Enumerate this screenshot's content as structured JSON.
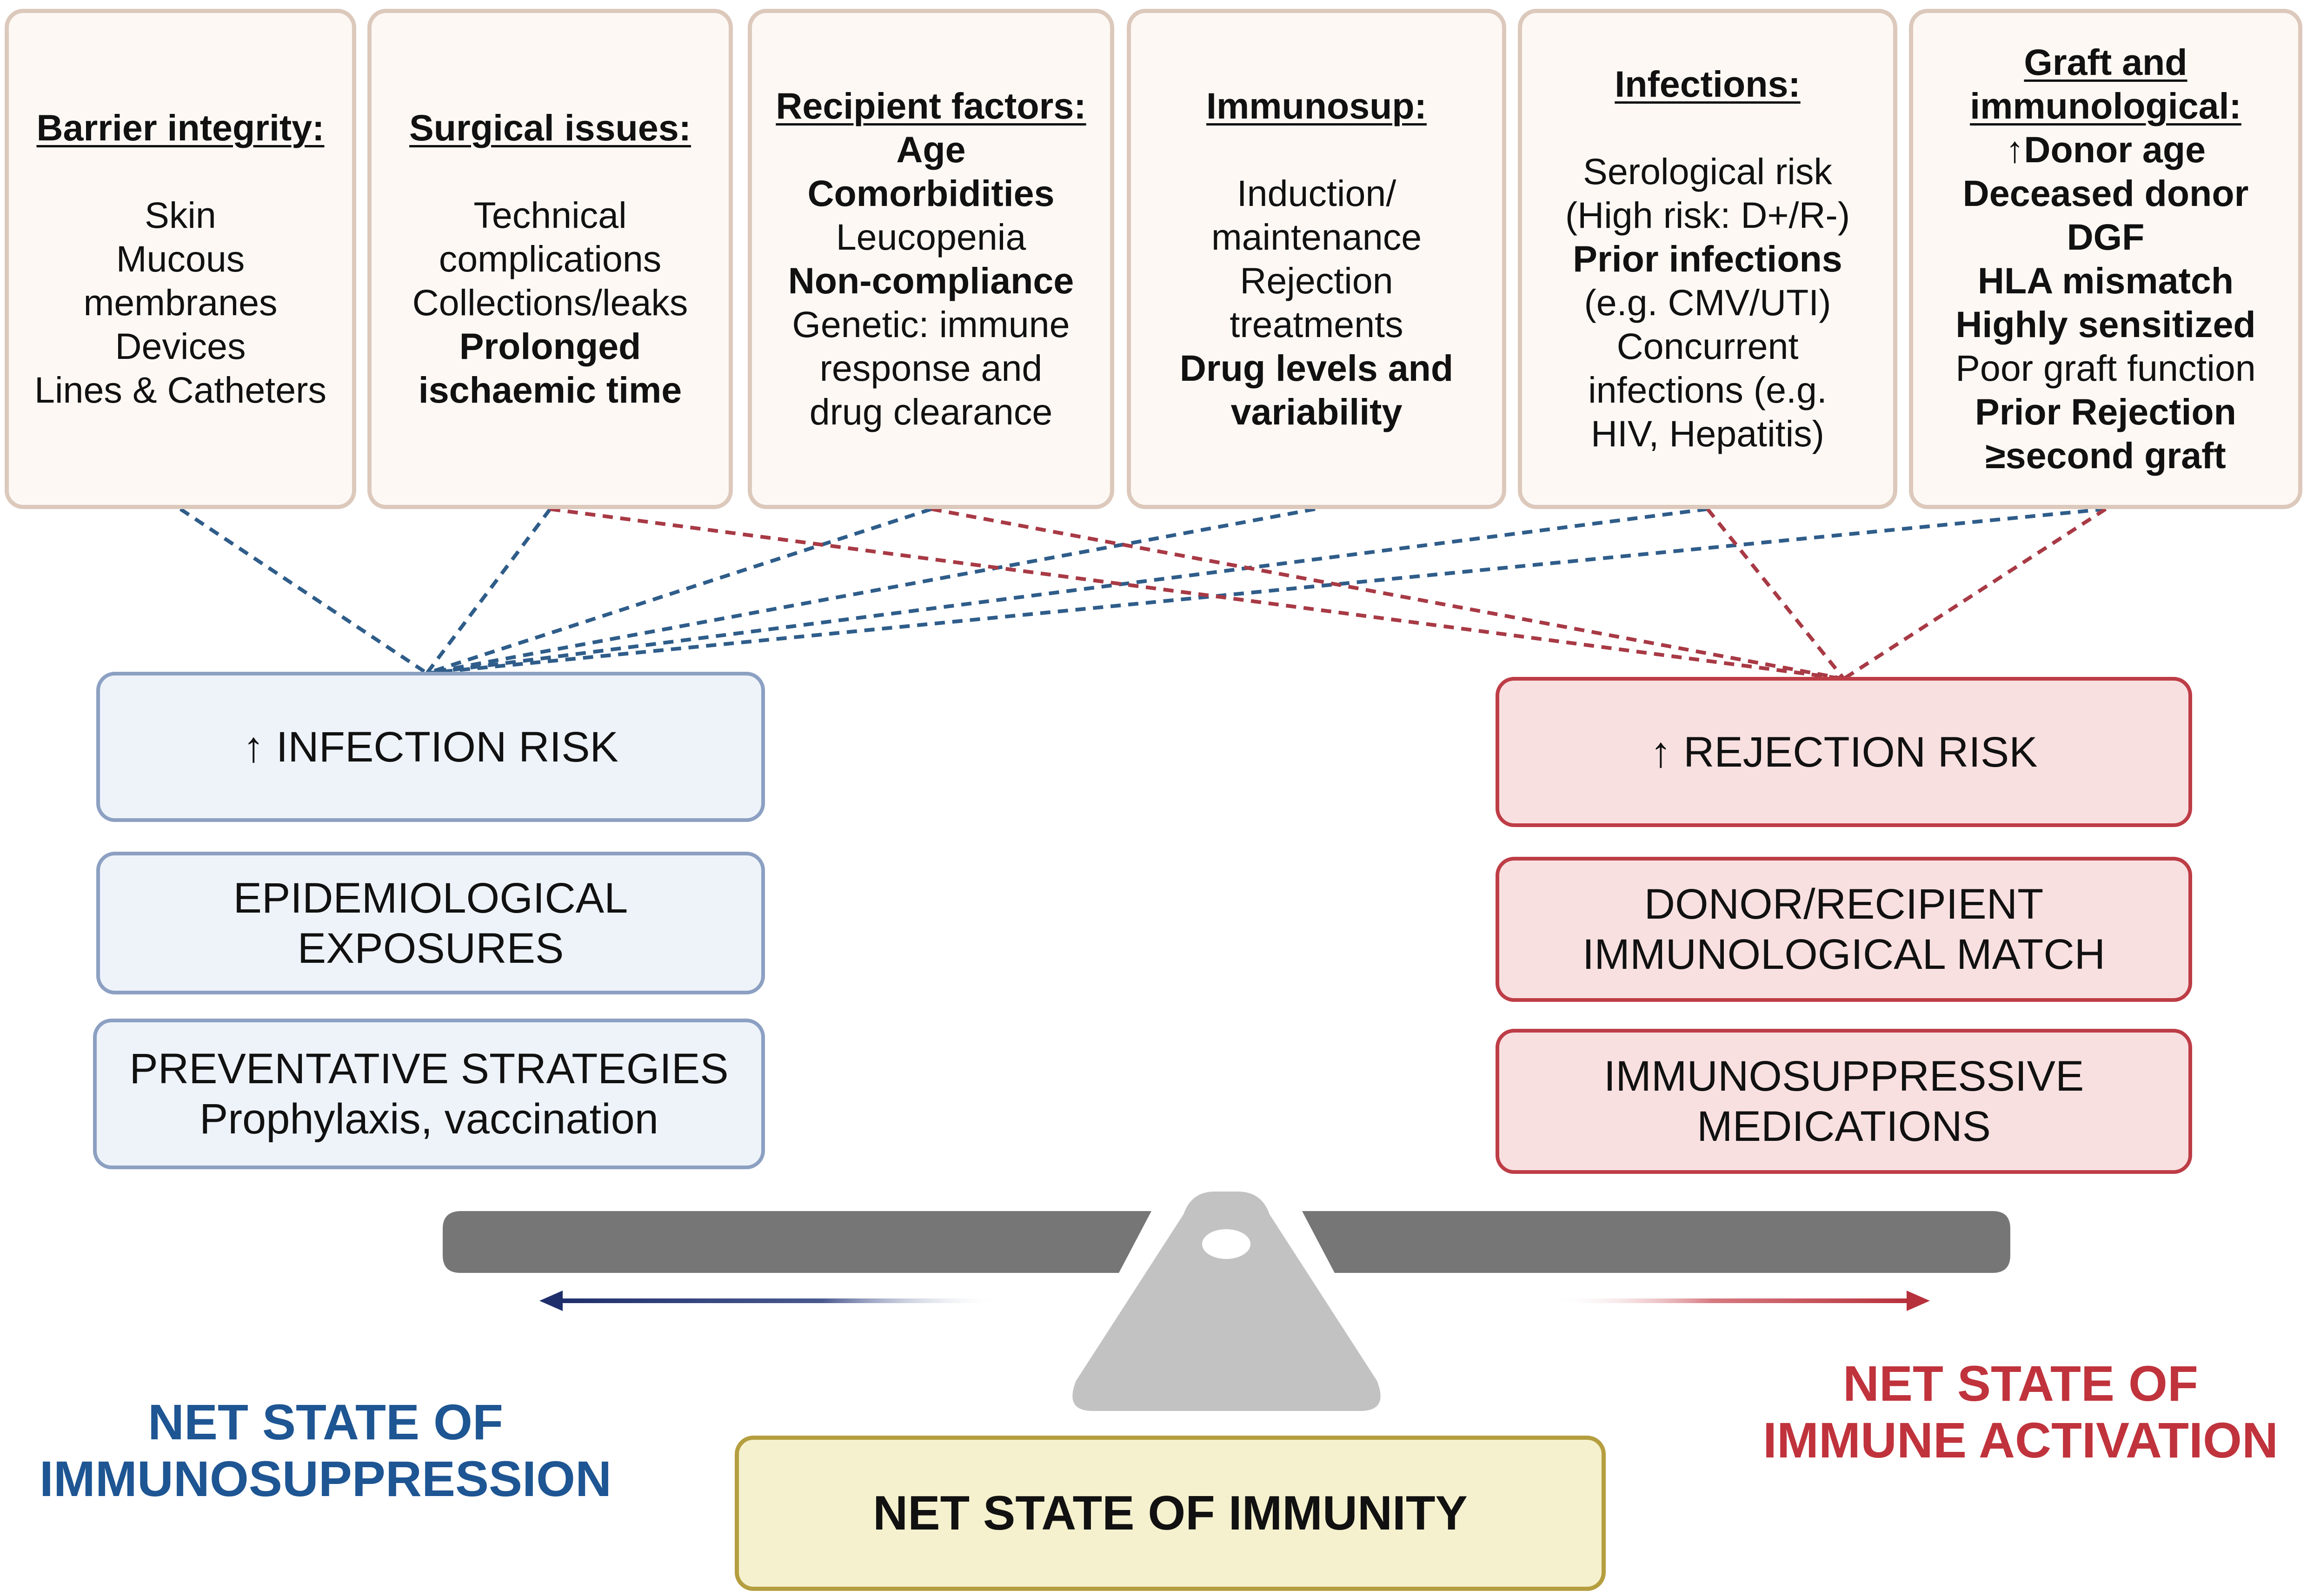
{
  "factor_boxes": [
    {
      "title": "Barrier integrity:",
      "lines": [
        {
          "t": "Skin",
          "b": false
        },
        {
          "t": "Mucous",
          "b": false
        },
        {
          "t": "membranes",
          "b": false
        },
        {
          "t": "Devices",
          "b": false
        },
        {
          "t": "Lines & Catheters",
          "b": false
        }
      ]
    },
    {
      "title": "Surgical issues:",
      "lines": [
        {
          "t": "Technical",
          "b": false
        },
        {
          "t": "complications",
          "b": false
        },
        {
          "t": "Collections/leaks",
          "b": false
        },
        {
          "t": "Prolonged",
          "b": true
        },
        {
          "t": "ischaemic time",
          "b": true
        }
      ]
    },
    {
      "title": "Recipient factors:",
      "lines": [
        {
          "t": "Age",
          "b": true
        },
        {
          "t": "Comorbidities",
          "b": true
        },
        {
          "t": "Leucopenia",
          "b": false
        },
        {
          "t": "Non-compliance",
          "b": true
        },
        {
          "t": "Genetic: immune",
          "b": false
        },
        {
          "t": "response and",
          "b": false
        },
        {
          "t": "drug clearance",
          "b": false
        }
      ]
    },
    {
      "title": "Immunosup:",
      "lines": [
        {
          "t": "Induction/",
          "b": false
        },
        {
          "t": "maintenance",
          "b": false
        },
        {
          "t": "Rejection",
          "b": false
        },
        {
          "t": "treatments",
          "b": false
        },
        {
          "t": "Drug levels and",
          "b": true
        },
        {
          "t": "variability",
          "b": true
        }
      ]
    },
    {
      "title": "Infections:",
      "lines": [
        {
          "t": "Serological risk",
          "b": false
        },
        {
          "t": "(High risk: D+/R-)",
          "b": false
        },
        {
          "t": "Prior infections",
          "b": true
        },
        {
          "t": "(e.g. CMV/UTI)",
          "b": false
        },
        {
          "t": "Concurrent",
          "b": false
        },
        {
          "t": "infections (e.g.",
          "b": false
        },
        {
          "t": "HIV, Hepatitis)",
          "b": false
        }
      ]
    },
    {
      "title": "Graft and",
      "title2": "immunological:",
      "lines": [
        {
          "t": "↑Donor age",
          "b": true
        },
        {
          "t": "Deceased donor",
          "b": true
        },
        {
          "t": "DGF",
          "b": true
        },
        {
          "t": "HLA mismatch",
          "b": true
        },
        {
          "t": "Highly sensitized",
          "b": true
        },
        {
          "t": "Poor graft function",
          "b": false
        },
        {
          "t": "Prior Rejection",
          "b": true
        },
        {
          "t": "≥second graft",
          "b": true
        }
      ]
    }
  ],
  "infection_column": {
    "risk": "↑ INFECTION RISK",
    "exposures": [
      "EPIDEMIOLOGICAL",
      "EXPOSURES"
    ],
    "prevent": [
      "PREVENTATIVE STRATEGIES",
      "Prophylaxis, vaccination"
    ]
  },
  "rejection_column": {
    "risk": "↑ REJECTION RISK",
    "match": [
      "DONOR/RECIPIENT",
      "IMMUNOLOGICAL MATCH"
    ],
    "meds": [
      "IMMUNOSUPPRESSIVE",
      "MEDICATIONS"
    ]
  },
  "immunosuppression_state": [
    "NET STATE OF",
    "IMMUNOSUPPRESSION"
  ],
  "activation_state": [
    "NET STATE OF",
    "IMMUNE ACTIVATION"
  ],
  "immunity_label": "NET STATE OF IMMUNITY",
  "colors": {
    "infection": "#1e5593",
    "rejection": "#c0333c",
    "blue_link": "#2f5d8a",
    "red_link": "#a83a45"
  }
}
